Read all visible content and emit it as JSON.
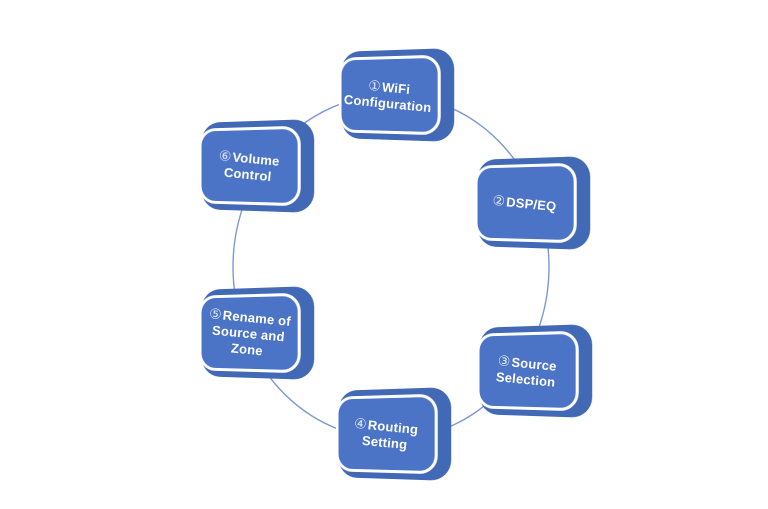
{
  "diagram": {
    "type": "cycle",
    "description": "Six-step circular setup flow diagram",
    "colors": {
      "node_face": "#4B73C6",
      "node_side": "#4169B5",
      "node_gap": "#FFFFFF",
      "connector": "#7D98D2",
      "text": "#FFFFFF",
      "background": "#FFFFFF"
    },
    "nodes": [
      {
        "id": "wifi-configuration",
        "number": "①",
        "label": "WiFi Configuration",
        "lines": [
          "WiFi",
          "Configuration"
        ]
      },
      {
        "id": "dsp-eq",
        "number": "②",
        "label": "DSP/EQ",
        "lines": [
          "DSP/EQ"
        ]
      },
      {
        "id": "source-selection",
        "number": "③",
        "label": "Source Selection",
        "lines": [
          "Source",
          "Selection"
        ]
      },
      {
        "id": "routing-setting",
        "number": "④",
        "label": "Routing Setting",
        "lines": [
          "Routing",
          "Setting"
        ]
      },
      {
        "id": "rename-source-zone",
        "number": "⑤",
        "label": "Rename of Source and Zone",
        "lines": [
          "Rename of",
          "Source and",
          "Zone"
        ]
      },
      {
        "id": "volume-control",
        "number": "⑥",
        "label": "Volume Control",
        "lines": [
          "Volume",
          "Control"
        ]
      }
    ]
  }
}
